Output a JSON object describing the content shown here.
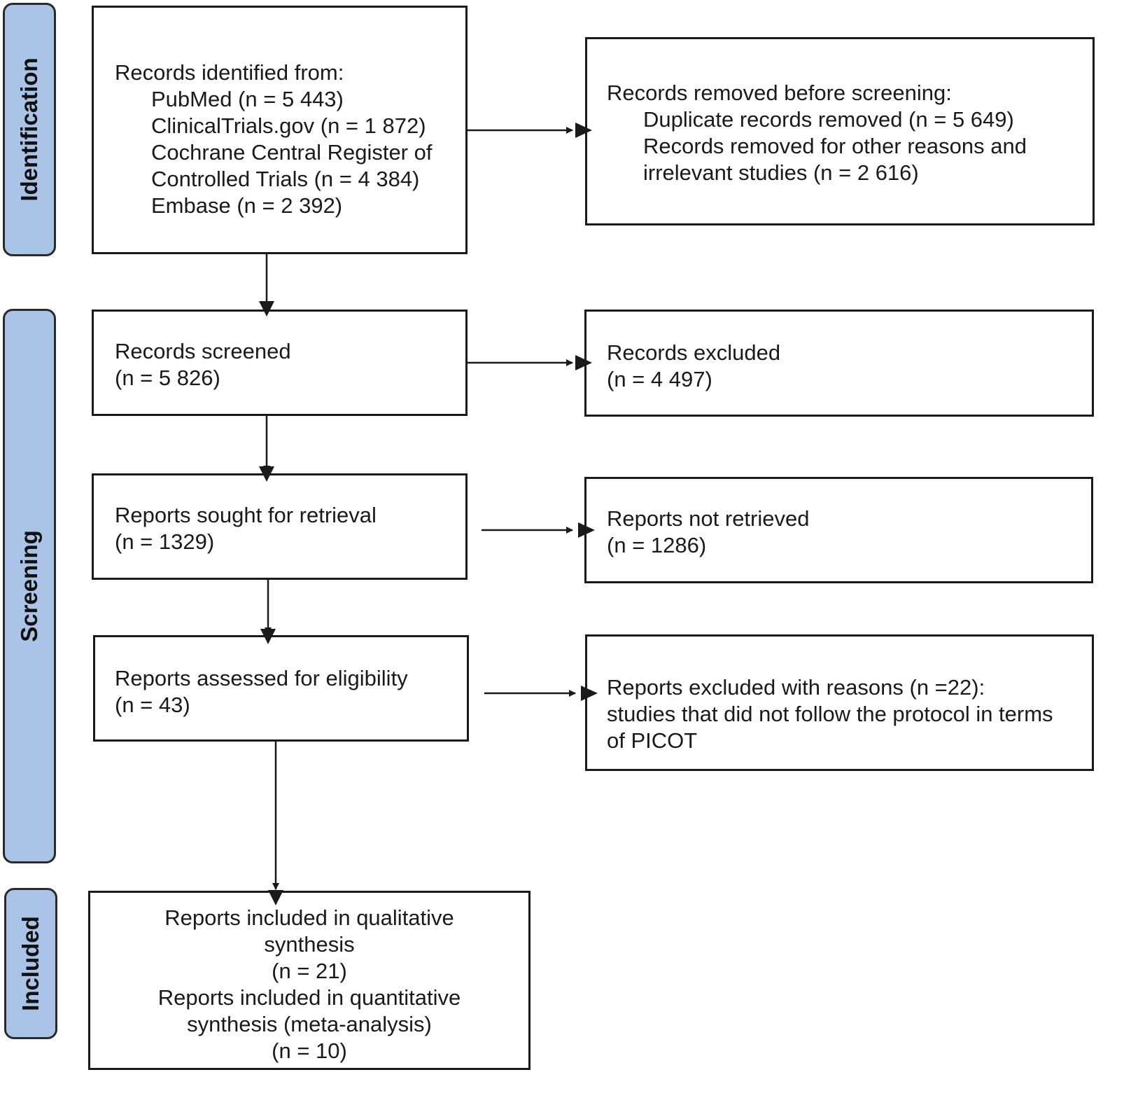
{
  "stages": {
    "identification": "Identification",
    "screening": "Screening",
    "included": "Included"
  },
  "identification_box": {
    "heading": "Records identified from:",
    "sources": [
      "PubMed (n = 5 443)",
      "ClinicalTrials.gov (n = 1 872)",
      "Cochrane Central Register of",
      "Controlled Trials (n = 4 384)",
      "Embase (n = 2 392)"
    ]
  },
  "removed_box": {
    "heading": "Records removed before screening:",
    "items": [
      "Duplicate records removed (n = 5 649)",
      "Records removed for other reasons and",
      "irrelevant studies (n = 2 616)"
    ]
  },
  "screened_box": {
    "label": "Records screened",
    "count": "(n = 5 826)"
  },
  "excluded_box": {
    "label": "Records excluded",
    "count": "(n = 4 497)"
  },
  "sought_box": {
    "label": "Reports sought for retrieval",
    "count": "(n = 1329)"
  },
  "not_retrieved_box": {
    "label": "Reports not retrieved",
    "count": "(n = 1286)"
  },
  "assessed_box": {
    "label": "Reports assessed for eligibility",
    "count": "(n = 43)"
  },
  "excluded_reasons_box": {
    "lines": [
      "Reports excluded with reasons (n =22):",
      "studies that did not follow the protocol in terms",
      "of PICOT"
    ]
  },
  "included_box": {
    "lines": [
      "Reports included in qualitative",
      "synthesis",
      "(n = 21)",
      "Reports included in quantitative",
      "synthesis (meta-analysis)",
      "(n = 10)"
    ]
  }
}
